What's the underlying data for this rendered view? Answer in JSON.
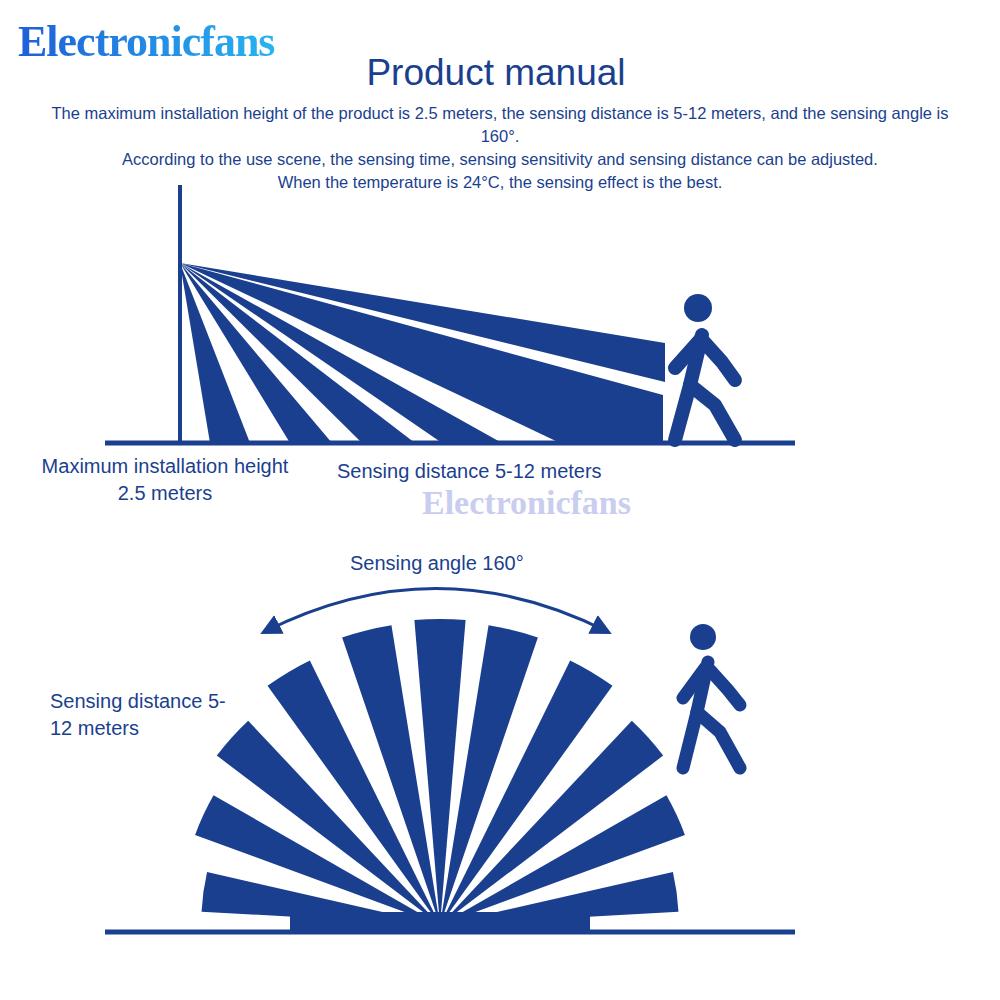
{
  "diagram": {
    "title": "Product manual",
    "labels": [
      "Electronicfans",
      "The maximum installation height of the product is 2.5 meters, the sensing distance is 5-12 meters, and the sensing angle is 160°.",
      "According to the use scene, the sensing time, sensing sensitivity and sensing distance can be adjusted.",
      "When the temperature is 24°C, the sensing effect is the best.",
      "Maximum installation height 2.5 meters",
      "Sensing distance 5-12 meters",
      "Electronicfans",
      "Sensing angle 160°",
      "Sensing distance 5-12 meters"
    ]
  }
}
